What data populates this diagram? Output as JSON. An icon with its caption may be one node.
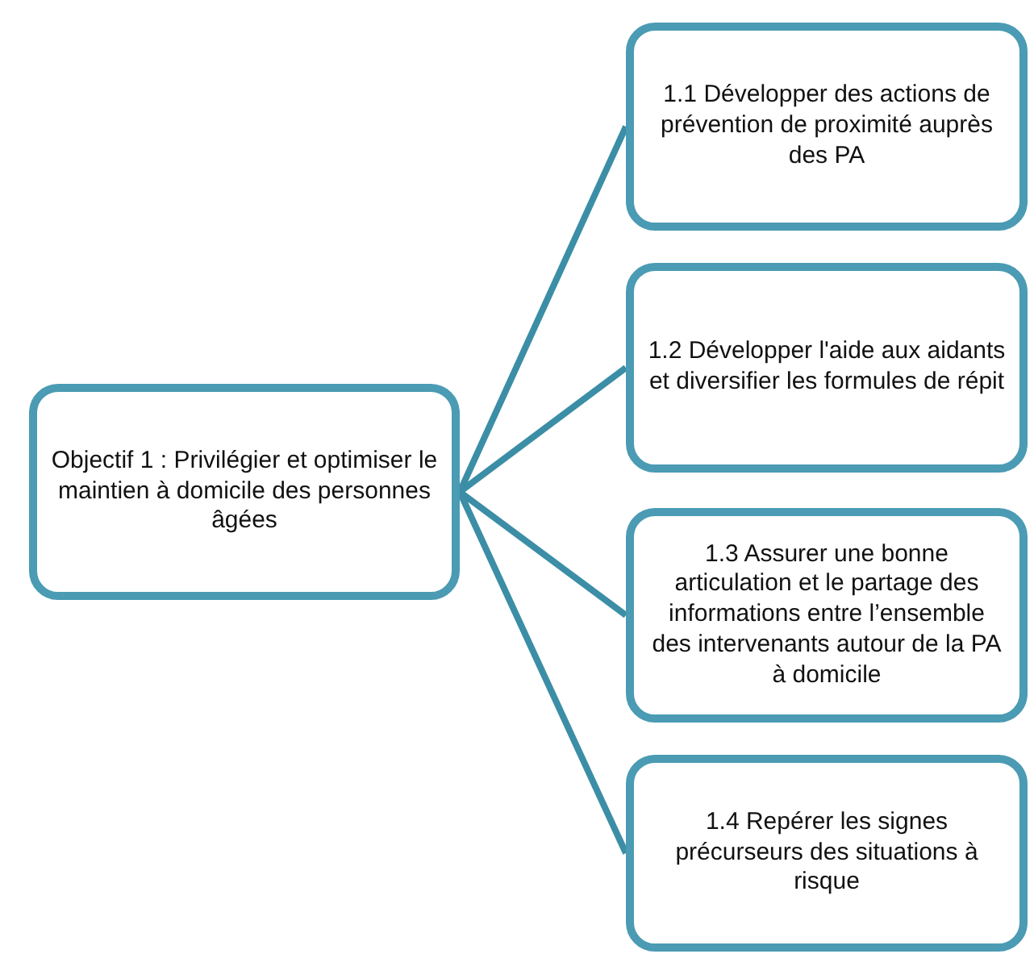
{
  "diagram": {
    "nodes": [
      {
        "text": [
          "Objectif 1 : Privilégier et optimiser le maintien à domicile des personnes âgées"
        ]
      },
      {
        "text": [
          "1.1 Développer des actions de prévention de proximité auprès des PA"
        ]
      },
      {
        "text": [
          "1.2 Développer l'aide aux aidants et diversifier les formules de répit"
        ]
      },
      {
        "text": [
          "1.3 Assurer une bonne articulation et le partage des informations entre l’ensemble des intervenants autour de la PA à domicile"
        ]
      },
      {
        "text": [
          "1.4 Repérer les signes précurseurs des situations à risque"
        ]
      }
    ],
    "edges": [
      {
        "from": 0,
        "to": 1,
        "arrow": "none"
      },
      {
        "from": 0,
        "to": 2,
        "arrow": "none"
      },
      {
        "from": 0,
        "to": 3,
        "arrow": "none"
      },
      {
        "from": 0,
        "to": 4,
        "arrow": "none"
      }
    ]
  }
}
